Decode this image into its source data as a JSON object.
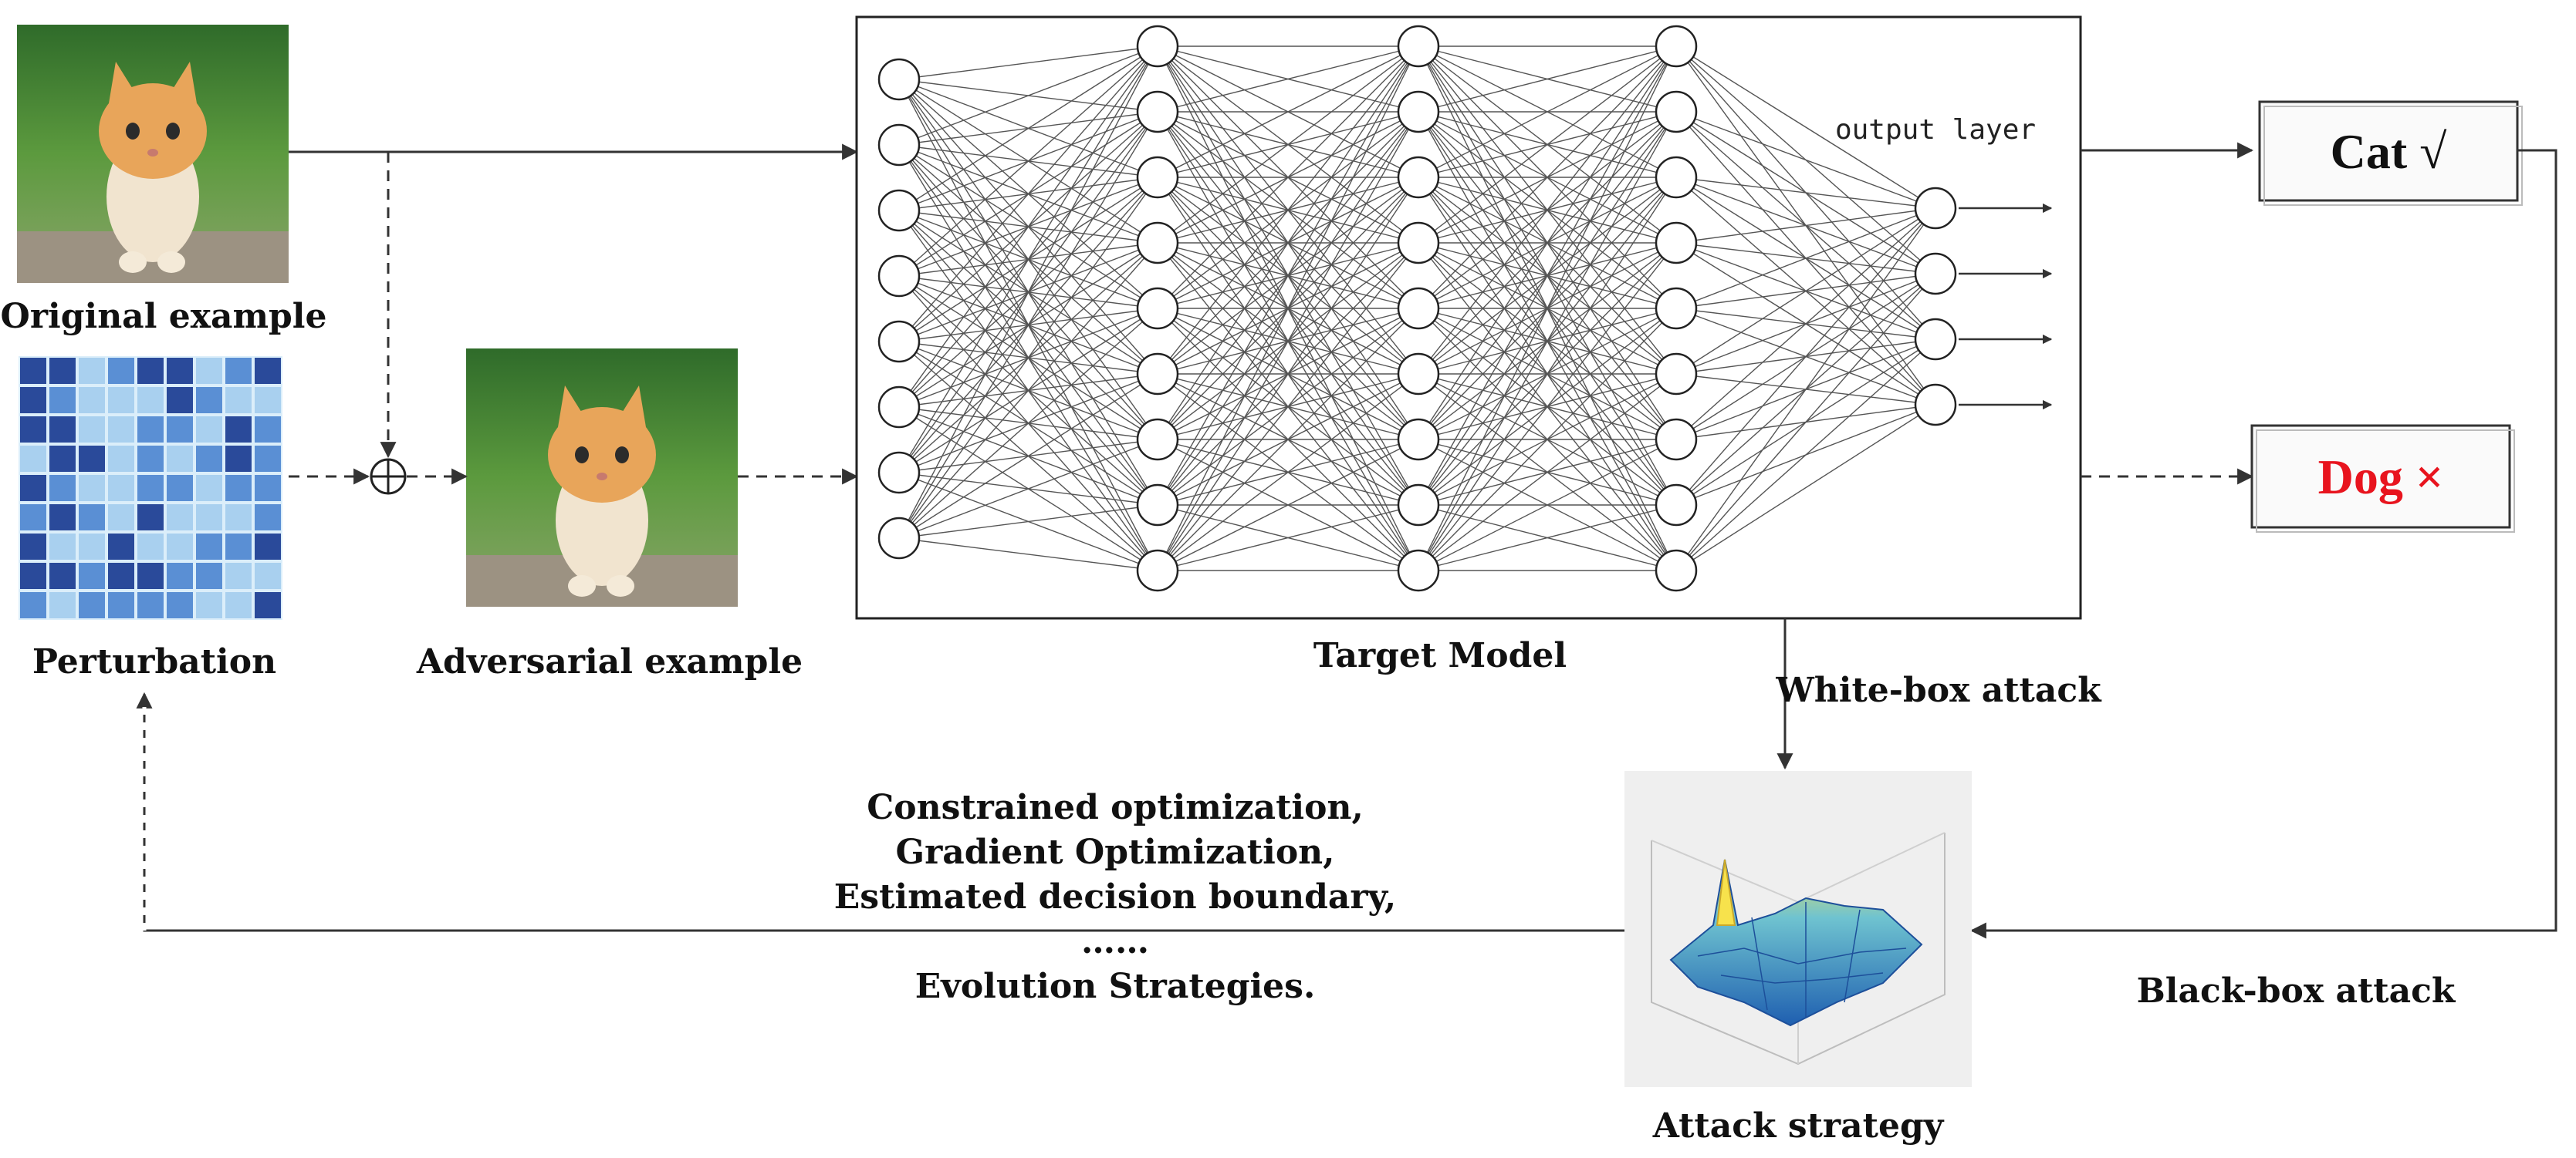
{
  "labels": {
    "original_example": "Original example",
    "perturbation": "Perturbation",
    "adversarial_example": "Adversarial example",
    "target_model": "Target Model",
    "output_layer": "output layer",
    "white_box_attack": "White-box attack",
    "black_box_attack": "Black-box attack",
    "attack_strategy": "Attack strategy"
  },
  "outputs": {
    "cat": {
      "text": "Cat  √",
      "color": "#111111"
    },
    "dog": {
      "text": "Dog ×",
      "color": "#e8141e"
    }
  },
  "methods": [
    "Constrained optimization,",
    "Gradient Optimization,",
    "Estimated decision boundary,",
    "……",
    "Evolution Strategies."
  ],
  "network": {
    "layer_node_counts": [
      8,
      9,
      9,
      9,
      4
    ]
  },
  "operator_symbol": "⊕",
  "colors": {
    "line": "#333333",
    "dashed": "#444444",
    "box_border": "#333333",
    "tile_dark": "#2a4a9a",
    "tile_mid": "#5a8fd4",
    "tile_light": "#a9d0ef",
    "cat_fur": "#e8a55a",
    "grass": "#4d8a3a"
  }
}
